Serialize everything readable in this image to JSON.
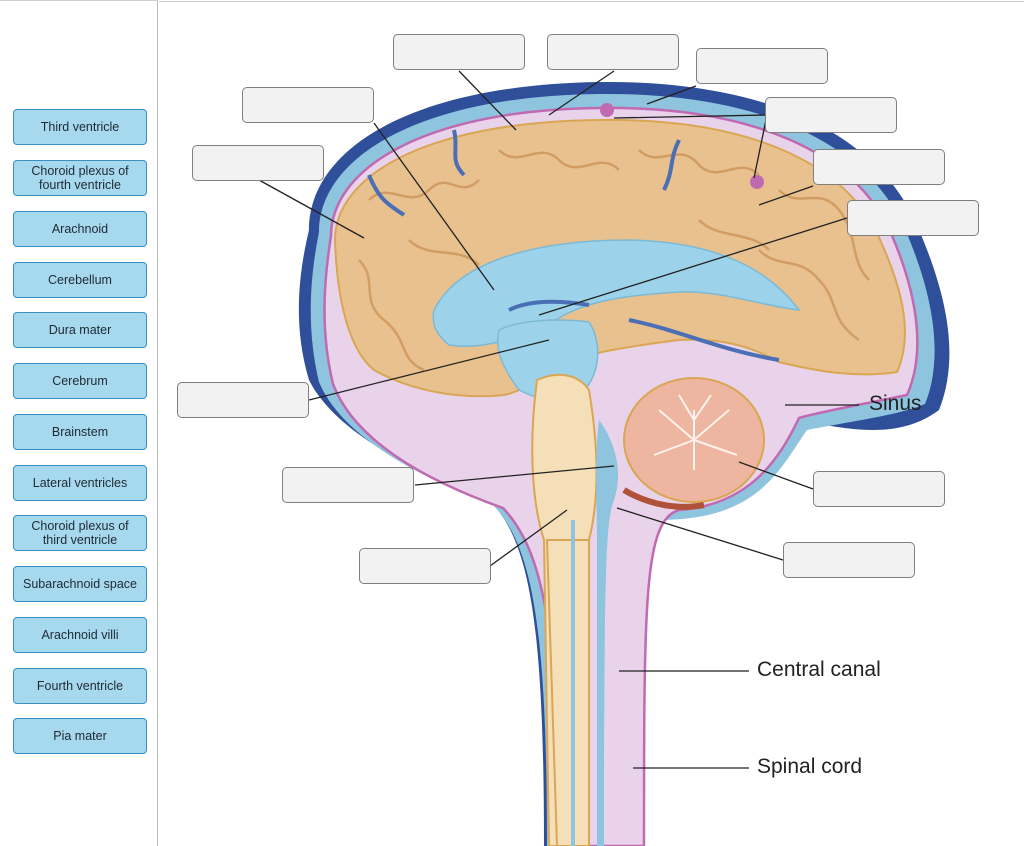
{
  "word_bank": [
    {
      "id": "third-ventricle",
      "label": "Third ventricle"
    },
    {
      "id": "choroid-plexus-fourth",
      "label": "Choroid plexus of\nfourth ventricle"
    },
    {
      "id": "arachnoid",
      "label": "Arachnoid"
    },
    {
      "id": "cerebellum",
      "label": "Cerebellum"
    },
    {
      "id": "dura-mater",
      "label": "Dura mater"
    },
    {
      "id": "cerebrum",
      "label": "Cerebrum"
    },
    {
      "id": "brainstem",
      "label": "Brainstem"
    },
    {
      "id": "lateral-ventricles",
      "label": "Lateral ventricles"
    },
    {
      "id": "choroid-plexus-third",
      "label": "Choroid plexus of\nthird ventricle"
    },
    {
      "id": "subarachnoid-space",
      "label": "Subarachnoid space"
    },
    {
      "id": "arachnoid-villi",
      "label": "Arachnoid villi"
    },
    {
      "id": "fourth-ventricle",
      "label": "Fourth ventricle"
    },
    {
      "id": "pia-mater",
      "label": "Pia mater"
    }
  ],
  "fixed_labels": {
    "sinus": "Sinus",
    "central_canal": "Central canal",
    "spinal_cord": "Spinal cord"
  },
  "colors": {
    "chip_fill": "#a6d8ee",
    "chip_border": "#3a8fc0",
    "dura": "#2f4f9a",
    "subarachnoid": "#8fc4df",
    "arachnoid_layer": "#e9d3ea",
    "pia": "#c06ab2",
    "cortex": "#e8c18f",
    "ventricle": "#9dd3ea",
    "cerebellum": "#eeb5a0",
    "cord": "#f4dfb8"
  }
}
